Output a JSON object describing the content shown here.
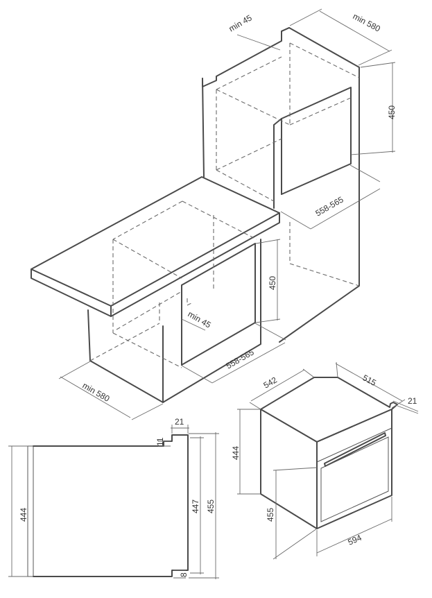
{
  "installation_upper": {
    "min_depth": "min 580",
    "min_vent": "min 45",
    "height": "450",
    "width": "558-565"
  },
  "installation_lower": {
    "min_depth": "min 580",
    "min_vent": "min 45",
    "height": "450",
    "width": "558-565"
  },
  "front_section": {
    "gap_w": "21",
    "gap_h": "11",
    "body_h": "444",
    "inner_h": "447",
    "total_h": "455",
    "bottom_gap": "8"
  },
  "oven_iso": {
    "depth": "542",
    "inner_depth": "515",
    "panel": "21",
    "height": "444",
    "front_h": "455",
    "width": "594"
  }
}
